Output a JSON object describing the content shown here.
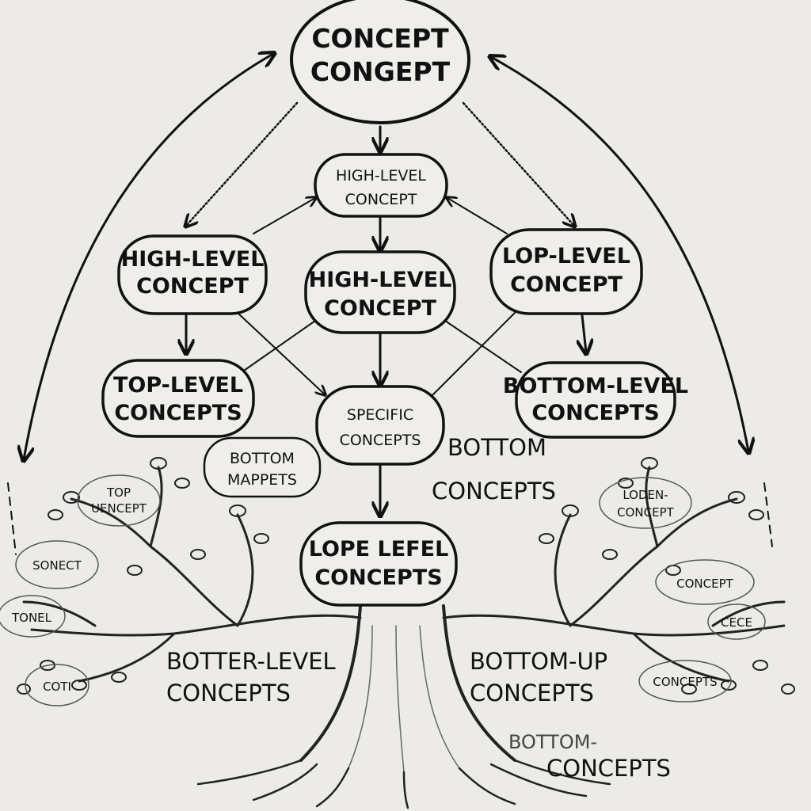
{
  "colors": {
    "ink": "#111111",
    "paper": "#ecebe8",
    "faint": "#444444"
  },
  "root": {
    "line1": "CONCEPT",
    "line2": "CONGEPT"
  },
  "nodes": {
    "center_top": {
      "line1": "HIGH-LEVEL",
      "line2": "CONCEPT"
    },
    "left_mid": {
      "line1": "HIGH-LEVEL",
      "line2": "CONCEPT"
    },
    "center_mid": {
      "line1": "HIGH-LEVEL",
      "line2": "CONCEPT"
    },
    "right_mid": {
      "line1": "LOP-LEVEL",
      "line2": "CONCEPT"
    },
    "left_low": {
      "line1": "TOP-LEVEL",
      "line2": "CONCEPTS"
    },
    "center_low": {
      "line1": "SPECIFIC",
      "line2": "CONCEPTS"
    },
    "right_low": {
      "line1": "BOTTOM-LEVEL",
      "line2": "CONCEPTS"
    },
    "small_left": {
      "line1": "BOTTOM",
      "line2": "MAPPETS"
    },
    "tree_center": {
      "line1": "LOPE LEFEL",
      "line2": "CONCEPTS"
    }
  },
  "free_labels": {
    "bottom_concepts_right": {
      "line1": "BOTTOM",
      "line2": "CONCEPTS"
    },
    "botter_level": {
      "line1": "BOTTER-LEVEL",
      "line2": "CONCEPTS"
    },
    "bottom_up": {
      "line1": "BOTTOM-UP",
      "line2": "CONCEPTS"
    },
    "bottom_footer": {
      "line1": "BOTTOM-",
      "line2": "CONCEPTS"
    }
  },
  "leaf_labels": {
    "top_concept": {
      "line1": "TOP",
      "line2": "UENCEPT"
    },
    "sonect": "SONECT",
    "tonel": "TONEL",
    "coti": "COTI",
    "loden_concept": {
      "line1": "LODEN-",
      "line2": "CONCEPT"
    },
    "concept": "CONCEPT",
    "cece": "CECE",
    "concepts": "CONCEPTS"
  }
}
